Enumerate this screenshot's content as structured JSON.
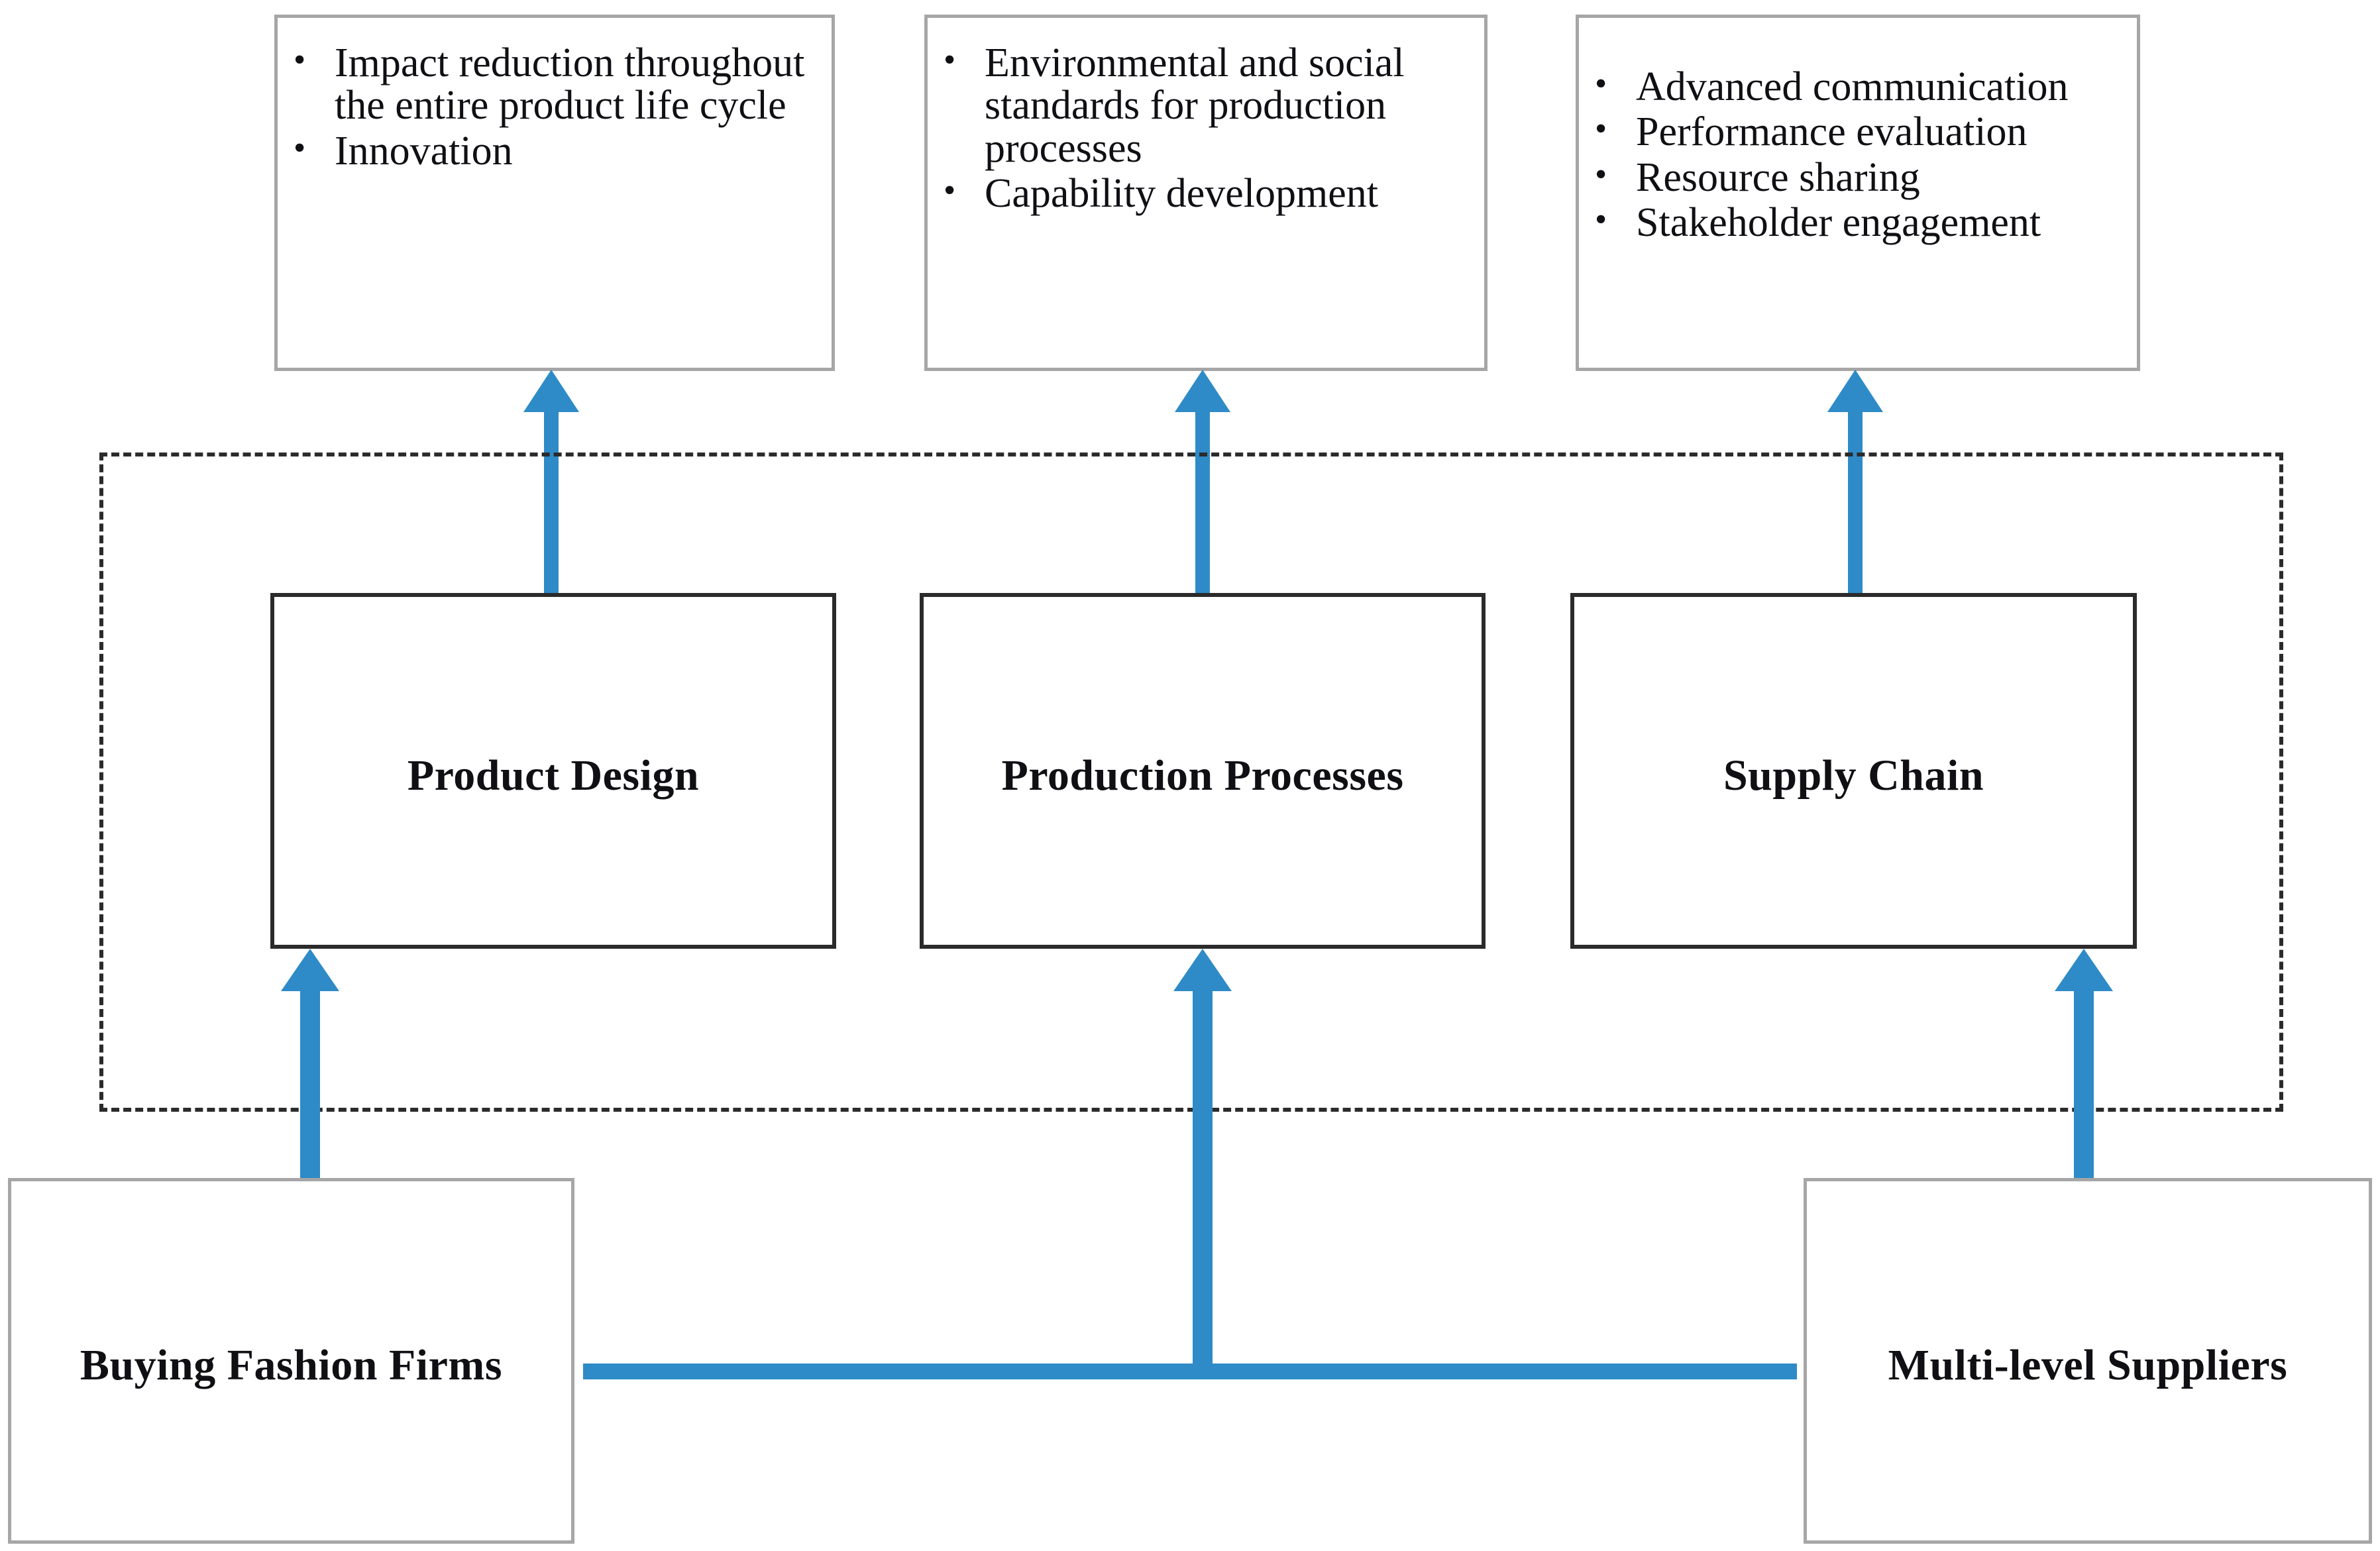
{
  "diagram": {
    "title": "Sustainability framework linking buying fashion firms and multi-level suppliers",
    "accent_color": "#2E8BC8",
    "outcome_border_color": "#A6A6A6",
    "pillar_border_color": "#2B2B2B",
    "dashed_border_color": "#2B2B2B"
  },
  "outcomes": [
    {
      "name": "product-design-outcomes",
      "bullets": [
        "Impact reduction throughout the entire product life cycle",
        "Innovation"
      ]
    },
    {
      "name": "production-processes-outcomes",
      "bullets": [
        "Environmental and social standards for production processes",
        "Capability development"
      ]
    },
    {
      "name": "supply-chain-outcomes",
      "bullets": [
        "Advanced communication",
        "Performance evaluation",
        "Resource sharing",
        "Stakeholder engagement"
      ]
    }
  ],
  "pillars": [
    {
      "name": "product-design",
      "label": "Product Design"
    },
    {
      "name": "production-processes",
      "label": "Production Processes"
    },
    {
      "name": "supply-chain",
      "label": "Supply Chain"
    }
  ],
  "actors": [
    {
      "name": "buying-fashion-firms",
      "label": "Buying Fashion Firms"
    },
    {
      "name": "multi-level-suppliers",
      "label": "Multi-level Suppliers"
    }
  ],
  "connectors": {
    "pillar_to_outcome": [
      {
        "from": "product-design",
        "to": "product-design-outcomes",
        "direction": "up"
      },
      {
        "from": "production-processes",
        "to": "production-processes-outcomes",
        "direction": "up"
      },
      {
        "from": "supply-chain",
        "to": "supply-chain-outcomes",
        "direction": "up"
      }
    ],
    "actor_to_pillar": [
      {
        "from": "buying-fashion-firms",
        "to": "product-design",
        "direction": "up"
      },
      {
        "from": "shared-link",
        "to": "production-processes",
        "direction": "up"
      },
      {
        "from": "multi-level-suppliers",
        "to": "supply-chain",
        "direction": "up"
      }
    ],
    "actor_link": {
      "from": "buying-fashion-firms",
      "to": "multi-level-suppliers",
      "direction": "horizontal"
    }
  }
}
